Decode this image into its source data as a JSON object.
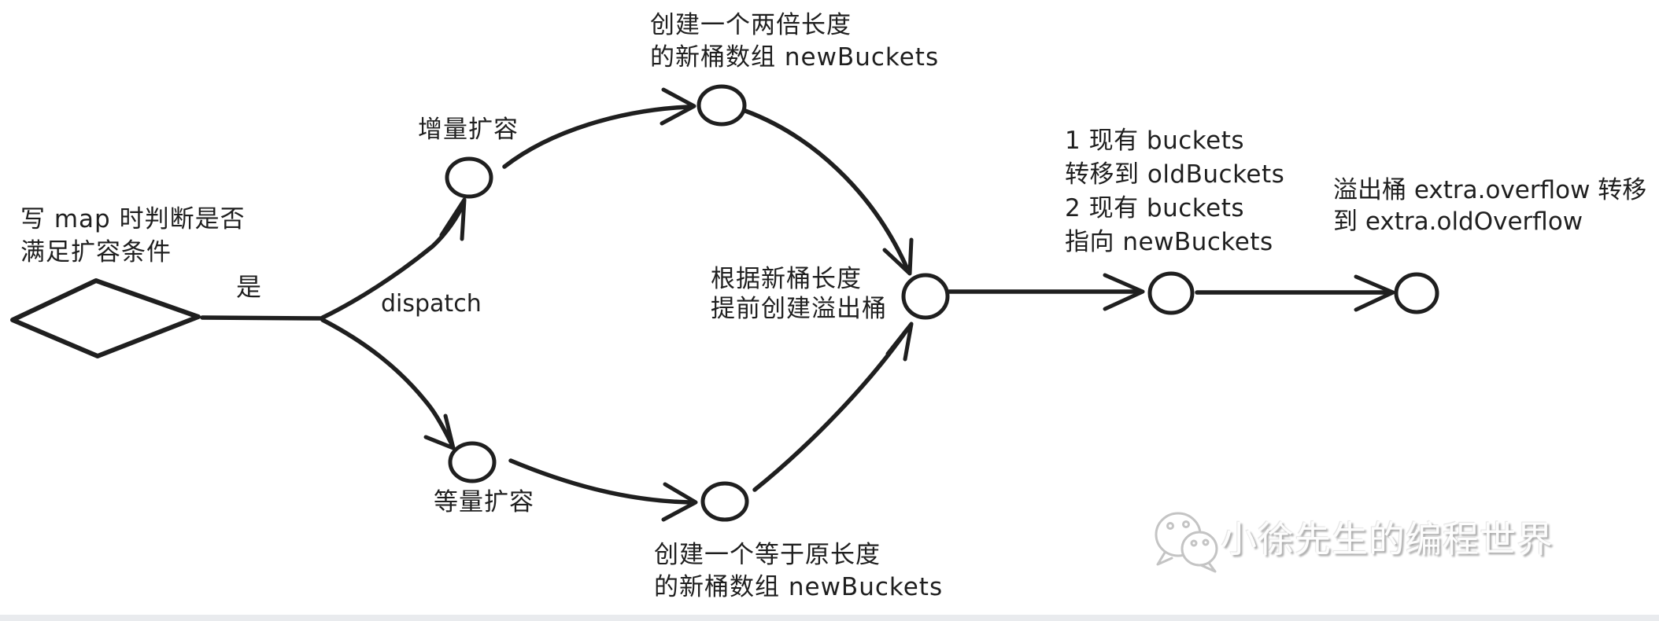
{
  "diagram": {
    "condition_note": {
      "line1": "写 map 时判断是否",
      "line2": "满足扩容条件"
    },
    "yes_label": "是",
    "dispatch_label": "dispatch",
    "branch_top_label": "增量扩容",
    "branch_bottom_label": "等量扩容",
    "top_note": {
      "line1": "创建一个两倍长度",
      "line2": "的新桶数组 newBuckets"
    },
    "bottom_note": {
      "line1": "创建一个等于原长度",
      "line2": "的新桶数组 newBuckets"
    },
    "overflow_create_note": {
      "line1": "根据新桶长度",
      "line2": "提前创建溢出桶"
    },
    "buckets_transfer_note": {
      "line1": "1 现有 buckets",
      "line2": "转移到 oldBuckets",
      "line3": "2 现有 buckets",
      "line4": "指向 newBuckets"
    },
    "overflow_transfer_note": {
      "line1": "溢出桶 extra.overflow 转移",
      "line2": "到 extra.oldOverflow"
    }
  },
  "watermark": {
    "text": "小徐先生的编程世界",
    "icon": "wechat-icon"
  },
  "colors": {
    "stroke": "#1f1f1f",
    "node_hatch": "#5aa7e9",
    "diamond_hatch": "#9278ee",
    "background": "#ffffff",
    "watermark_gray": "#c4c4c4",
    "bottom_strip": "#e9ebee"
  }
}
